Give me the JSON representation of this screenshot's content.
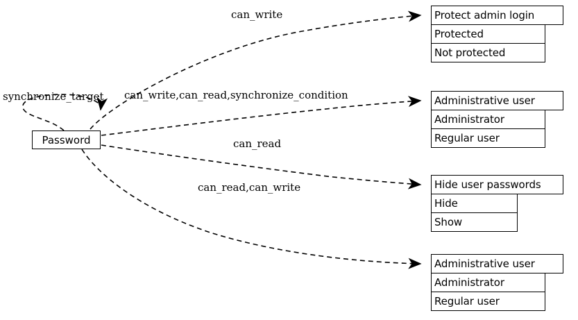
{
  "diagram": {
    "type": "entity-relationship-graph",
    "source_node": {
      "label": "Password"
    },
    "target_nodes": [
      {
        "header": "Protect admin login",
        "options": [
          "Protected",
          "Not protected"
        ]
      },
      {
        "header": "Administrative user",
        "options": [
          "Administrator",
          "Regular user"
        ]
      },
      {
        "header": "Hide user passwords",
        "options": [
          "Hide",
          "Show"
        ]
      },
      {
        "header": "Administrative user",
        "options": [
          "Administrator",
          "Regular user"
        ]
      }
    ],
    "edge_labels": [
      {
        "text": "can_write"
      },
      {
        "text": "synchronize_target"
      },
      {
        "text": "can_write,can_read,synchronize_condition"
      },
      {
        "text": "can_read"
      },
      {
        "text": "can_read,can_write"
      }
    ],
    "colors": {
      "stroke": "#000000",
      "background": "#ffffff",
      "text": "#000000"
    }
  }
}
